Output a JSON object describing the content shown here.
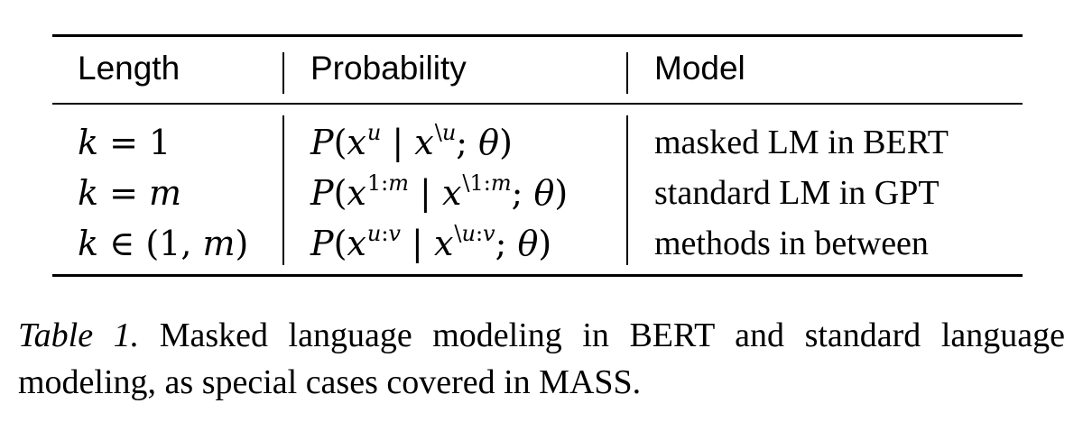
{
  "table": {
    "headers": [
      "Length",
      "Probability",
      "Model"
    ],
    "rows": [
      {
        "length": "k = 1",
        "probability": "P(x^u | x^\\u; θ)",
        "model": "masked LM in BERT"
      },
      {
        "length": "k = m",
        "probability": "P(x^1:m | x^\\1:m; θ)",
        "model": "standard LM in GPT"
      },
      {
        "length": "k ∈ (1, m)",
        "probability": "P(x^u:v | x^\\u:v; θ)",
        "model": "methods in between"
      }
    ]
  },
  "caption": {
    "label": "Table 1.",
    "text": "Masked language modeling in BERT and standard language modeling, as special cases covered in MASS."
  }
}
